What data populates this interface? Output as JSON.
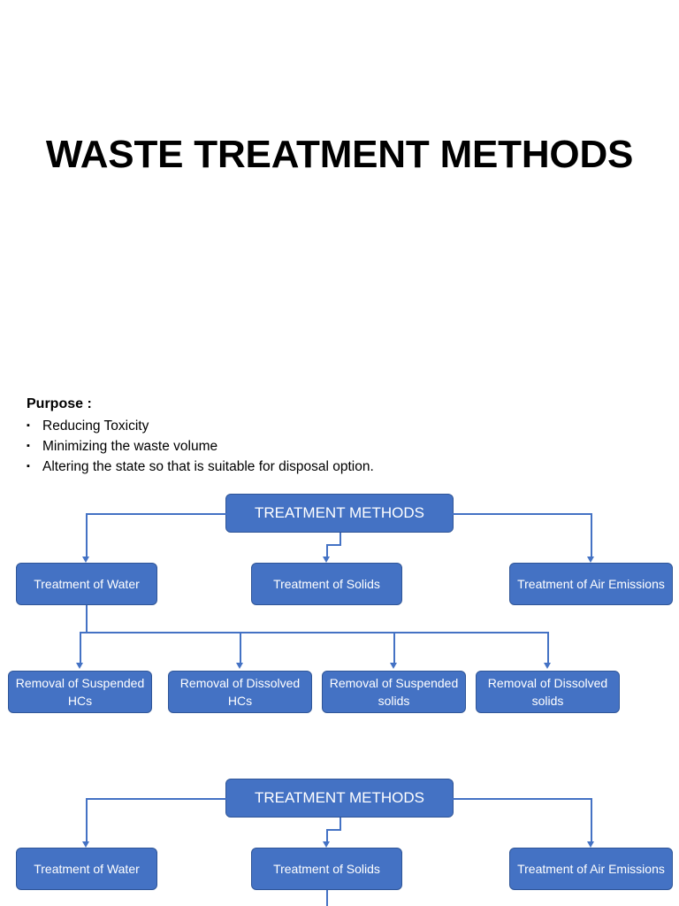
{
  "slide": {
    "title": "WASTE TREATMENT METHODS",
    "purpose": {
      "heading": "Purpose :",
      "bullet_glyph": "▪",
      "items": [
        "Reducing Toxicity",
        "Minimizing the waste volume",
        "Altering the state so that is suitable for disposal option."
      ]
    },
    "colors": {
      "node_fill": "#4472c4",
      "node_border": "#2f5597",
      "node_text": "#ffffff",
      "connector": "#4472c4",
      "background": "#ffffff",
      "text": "#000000"
    },
    "diagram1": {
      "root": "TREATMENT METHODS",
      "level2": [
        "Treatment of Water",
        "Treatment of Solids",
        "Treatment of Air Emissions"
      ],
      "level3": [
        "Removal of Suspended HCs",
        "Removal of Dissolved HCs",
        "Removal of Suspended solids",
        "Removal of Dissolved solids"
      ]
    },
    "diagram2": {
      "root": "TREATMENT METHODS",
      "level2": [
        "Treatment of Water",
        "Treatment of Solids",
        "Treatment of Air Emissions"
      ]
    }
  }
}
